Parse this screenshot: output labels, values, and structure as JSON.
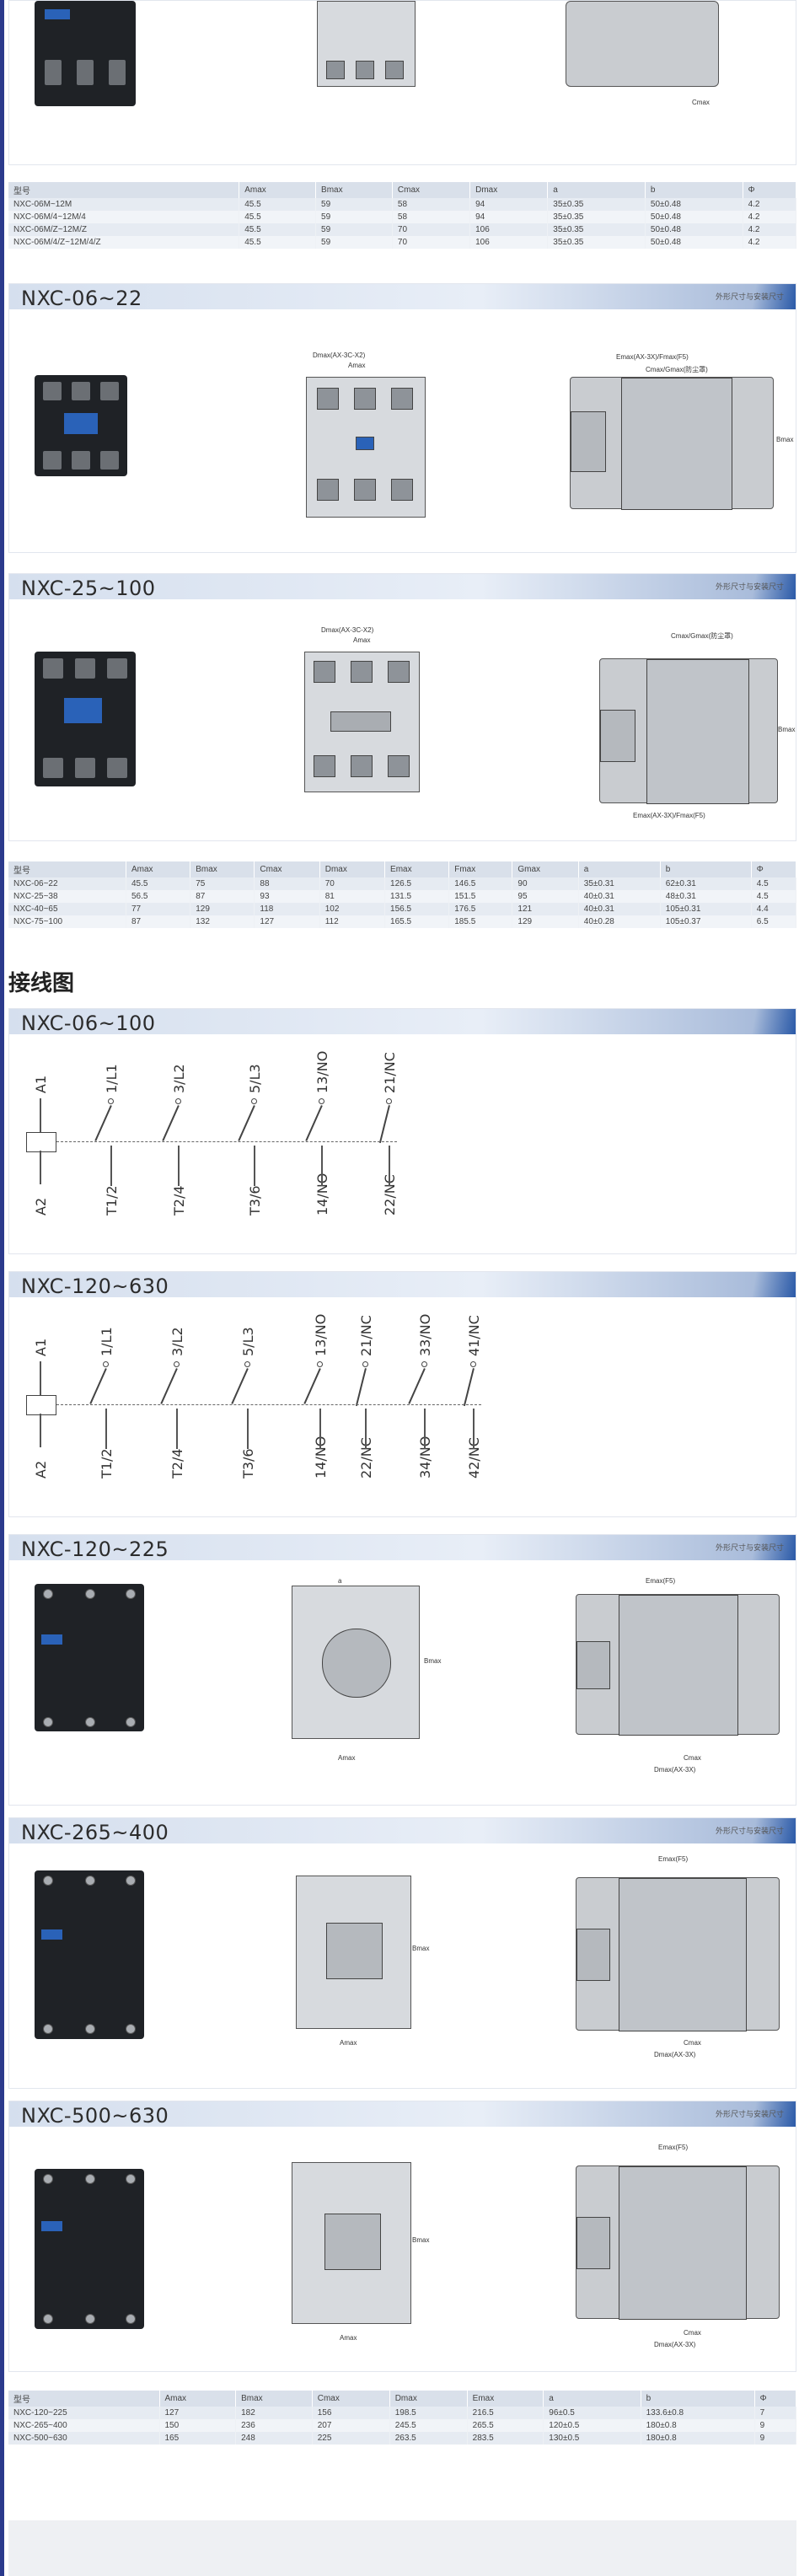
{
  "table1": {
    "headers": [
      "型号",
      "Amax",
      "Bmax",
      "Cmax",
      "Dmax",
      "a",
      "b",
      "Φ"
    ],
    "rows": [
      [
        "NXC-06M~12M",
        "45.5",
        "59",
        "58",
        "94",
        "35±0.35",
        "50±0.48",
        "4.2"
      ],
      [
        "NXC-06M/4~12M/4",
        "45.5",
        "59",
        "58",
        "94",
        "35±0.35",
        "50±0.48",
        "4.2"
      ],
      [
        "NXC-06M/Z~12M/Z",
        "45.5",
        "59",
        "70",
        "106",
        "35±0.35",
        "50±0.48",
        "4.2"
      ],
      [
        "NXC-06M/4/Z~12M/4/Z",
        "45.5",
        "59",
        "70",
        "106",
        "35±0.35",
        "50±0.48",
        "4.2"
      ]
    ]
  },
  "panel_06_22": {
    "title": "NXC-06~22",
    "note": "外形尺寸与安装尺寸",
    "front_dim": "Dmax(AX-3C-X2)",
    "front_amax": "Amax",
    "side_top": "Emax(AX-3X)/Fmax(F5)",
    "side_sub": "Cmax/Gmax(防尘罩)",
    "side_b": "Bmax"
  },
  "panel_25_100": {
    "title": "NXC-25~100",
    "note": "外形尺寸与安装尺寸",
    "front_dim": "Dmax(AX-3C-X2)",
    "front_amax": "Amax",
    "side_top": "Cmax/Gmax(防尘罩)",
    "side_bottom": "Emax(AX-3X)/Fmax(F5)",
    "side_b": "Bmax"
  },
  "table2": {
    "headers": [
      "型号",
      "Amax",
      "Bmax",
      "Cmax",
      "Dmax",
      "Emax",
      "Fmax",
      "Gmax",
      "a",
      "b",
      "Φ"
    ],
    "rows": [
      [
        "NXC-06~22",
        "45.5",
        "75",
        "88",
        "70",
        "126.5",
        "146.5",
        "90",
        "35±0.31",
        "62±0.31",
        "4.5"
      ],
      [
        "NXC-25~38",
        "56.5",
        "87",
        "93",
        "81",
        "131.5",
        "151.5",
        "95",
        "40±0.31",
        "48±0.31",
        "4.5"
      ],
      [
        "NXC-40~65",
        "77",
        "129",
        "118",
        "102",
        "156.5",
        "176.5",
        "121",
        "40±0.31",
        "105±0.31",
        "4.4"
      ],
      [
        "NXC-75~100",
        "87",
        "132",
        "127",
        "112",
        "165.5",
        "185.5",
        "129",
        "40±0.28",
        "105±0.37",
        "6.5"
      ]
    ]
  },
  "wiring_heading": "接线图",
  "wiring1": {
    "title": "NXC-06~100",
    "top": [
      "A1",
      "1/L1",
      "3/L2",
      "5/L3",
      "13/NO",
      "21/NC"
    ],
    "bottom": [
      "A2",
      "T1/2",
      "T2/4",
      "T3/6",
      "14/NO",
      "22/NC"
    ]
  },
  "wiring2": {
    "title": "NXC-120~630",
    "top": [
      "A1",
      "1/L1",
      "3/L2",
      "5/L3",
      "13/NO",
      "21/NC",
      "33/NO",
      "41/NC"
    ],
    "bottom": [
      "A2",
      "T1/2",
      "T2/4",
      "T3/6",
      "14/NO",
      "22/NC",
      "34/NO",
      "42/NC"
    ]
  },
  "panel_120_225": {
    "title": "NXC-120~225",
    "note": "外形尺寸与安装尺寸",
    "amax": "Amax",
    "bmax": "Bmax",
    "emax": "Emax(F5)",
    "cmax": "Cmax",
    "dmax": "Dmax(AX-3X)"
  },
  "panel_265_400": {
    "title": "NXC-265~400",
    "note": "外形尺寸与安装尺寸",
    "amax": "Amax",
    "bmax": "Bmax",
    "emax": "Emax(F5)",
    "cmax": "Cmax",
    "dmax": "Dmax(AX-3X)"
  },
  "panel_500_630": {
    "title": "NXC-500~630",
    "note": "外形尺寸与安装尺寸",
    "amax": "Amax",
    "bmax": "Bmax",
    "emax": "Emax(F5)",
    "cmax": "Cmax",
    "dmax": "Dmax(AX-3X)"
  },
  "table3": {
    "headers": [
      "型号",
      "Amax",
      "Bmax",
      "Cmax",
      "Dmax",
      "Emax",
      "a",
      "b",
      "Φ"
    ],
    "rows": [
      [
        "NXC-120~225",
        "127",
        "182",
        "156",
        "198.5",
        "216.5",
        "96±0.5",
        "133.6±0.8",
        "7"
      ],
      [
        "NXC-265~400",
        "150",
        "236",
        "207",
        "245.5",
        "265.5",
        "120±0.5",
        "180±0.8",
        "9"
      ],
      [
        "NXC-500~630",
        "165",
        "248",
        "225",
        "263.5",
        "283.5",
        "130±0.5",
        "180±0.8",
        "9"
      ]
    ]
  },
  "colors": {
    "accent": "#2b3a8c",
    "header_band": "#d5dfee",
    "brand_blue": "#2a62b8"
  }
}
